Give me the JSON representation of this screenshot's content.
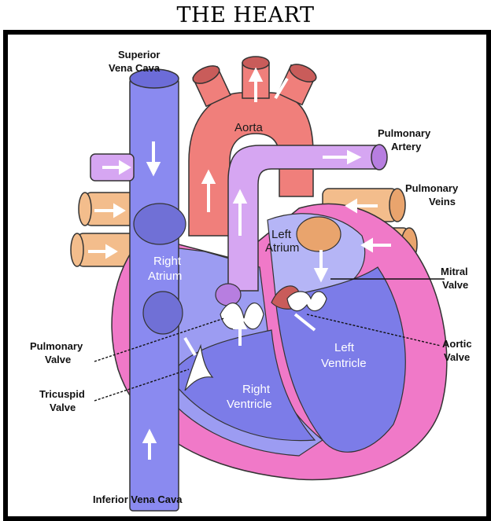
{
  "title": "THE HEART",
  "labels": {
    "superior_vena_cava_1": "Superior",
    "superior_vena_cava_2": "Vena Cava",
    "aorta": "Aorta",
    "pulmonary_artery_1": "Pulmonary",
    "pulmonary_artery_2": "Artery",
    "pulmonary_veins_1": "Pulmonary",
    "pulmonary_veins_2": "Veins",
    "left_atrium_1": "Left",
    "left_atrium_2": "Atrium",
    "right_atrium_1": "Right",
    "right_atrium_2": "Atrium",
    "mitral_valve_1": "Mitral",
    "mitral_valve_2": "Valve",
    "pulmonary_valve_1": "Pulmonary",
    "pulmonary_valve_2": "Valve",
    "aortic_valve_1": "Aortic",
    "aortic_valve_2": "Valve",
    "left_ventricle_1": "Left",
    "left_ventricle_2": "Ventricle",
    "right_ventricle_1": "Right",
    "right_ventricle_2": "Ventricle",
    "tricuspid_valve_1": "Tricuspid",
    "tricuspid_valve_2": "Valve",
    "inferior_vena_cava": "Inferior Vena Cava"
  },
  "colors": {
    "vena_cava": "#8a8af0",
    "aorta": "#f07f7b",
    "pulmonary_artery": "#d6a6f2",
    "pulmonary_veins": "#f3bd8c",
    "heart_wall": "#f079c8",
    "right_side": "#9c9cf2",
    "left_atrium_fill": "#b5b5f6",
    "left_ventricle": "#7c7ce8",
    "arrow": "#ffffff"
  }
}
